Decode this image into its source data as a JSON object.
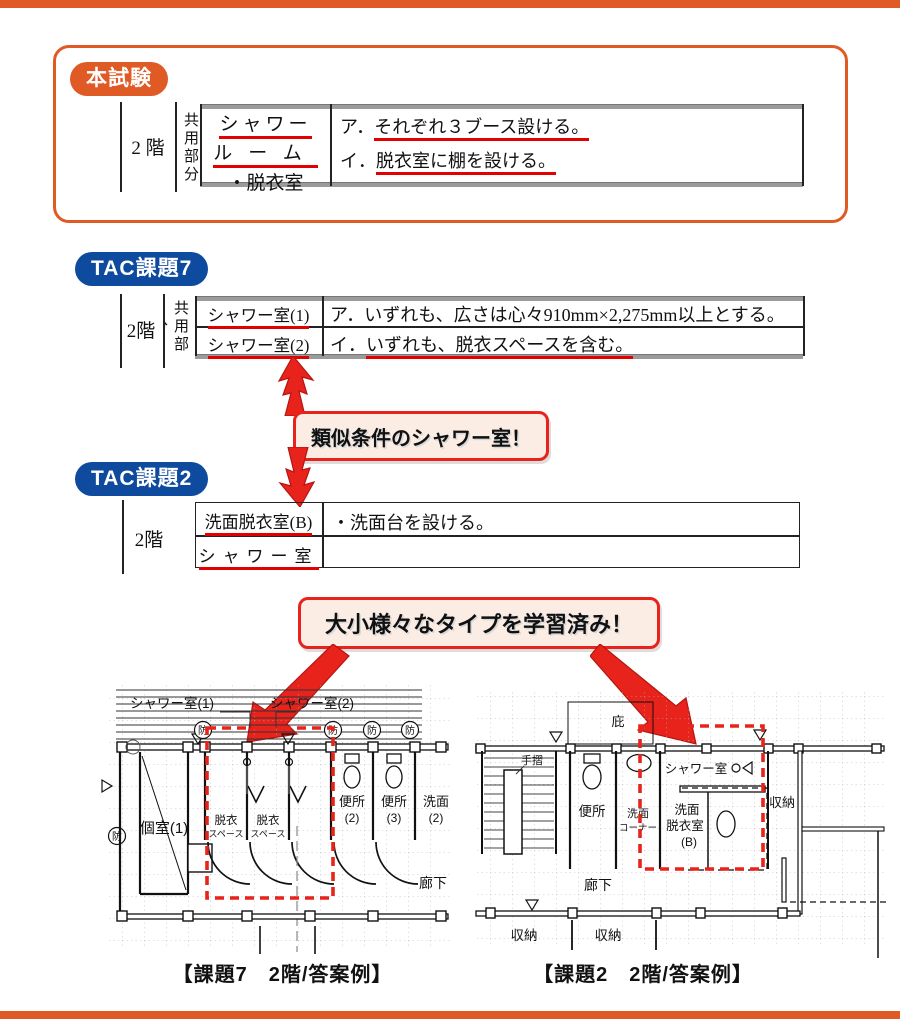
{
  "colors": {
    "accent_orange": "#e05a26",
    "accent_blue": "#0e4a9e",
    "underline_red": "#e50000",
    "highlight_red": "#e8231c",
    "balloon_bg": "#fbece4",
    "table_gray": "#9b9b9b"
  },
  "honshiken": {
    "badge": "本試験",
    "table": {
      "floor": "2 階",
      "category": "共用部分",
      "rooms": [
        "シャワー",
        "ルーム",
        "・脱衣室"
      ],
      "items": [
        {
          "label": "ア．",
          "text": "それぞれ３ブース設ける。"
        },
        {
          "label": "イ．",
          "text": "脱衣室に棚を設ける。"
        }
      ]
    }
  },
  "tac7": {
    "badge": "TAC課題7",
    "table": {
      "floor": "2階",
      "category": "共用部分",
      "rooms": [
        "シャワー室(1)",
        "シャワー室(2)"
      ],
      "items": [
        {
          "label": "ア．",
          "text": "いずれも、広さは心々910mm×2,275mm以上とする。"
        },
        {
          "label": "イ．",
          "text": "いずれも、脱衣スペースを含む。"
        }
      ]
    }
  },
  "tac2": {
    "badge": "TAC課題2",
    "table": {
      "floor": "2階",
      "rooms": [
        "洗面脱衣室(B)",
        "シャワー室"
      ],
      "items": [
        "・洗面台を設ける。",
        ""
      ]
    }
  },
  "callouts": {
    "similar": "類似条件のシャワー室！",
    "learned": "大小様々なタイプを学習済み！"
  },
  "plans": {
    "left": {
      "caption": "【課題7　2階/答案例】",
      "labels": {
        "shower_room_1": "シャワー室(1)",
        "shower_room_2": "シャワー室(2)",
        "fire": "防",
        "private_room": "個室(1)",
        "dressing": [
          "脱衣",
          "スペース"
        ],
        "toilet_2": [
          "便所",
          "(2)"
        ],
        "toilet_3": [
          "便所",
          "(3)"
        ],
        "wash_2": [
          "洗面",
          "(2)"
        ],
        "corridor": "廊下"
      }
    },
    "right": {
      "caption": "【課題2　2階/答案例】",
      "labels": {
        "eave": "庇",
        "handrail": "手摺",
        "toilet": "便所",
        "wash_corner": [
          "洗面",
          "コーナー"
        ],
        "shower_room": "シャワー室",
        "wash_dressing": [
          "洗面",
          "脱衣室",
          "(B)"
        ],
        "storage": "収納",
        "corridor": "廊下",
        "bottom_storage": [
          "収納",
          "収納"
        ]
      }
    }
  }
}
